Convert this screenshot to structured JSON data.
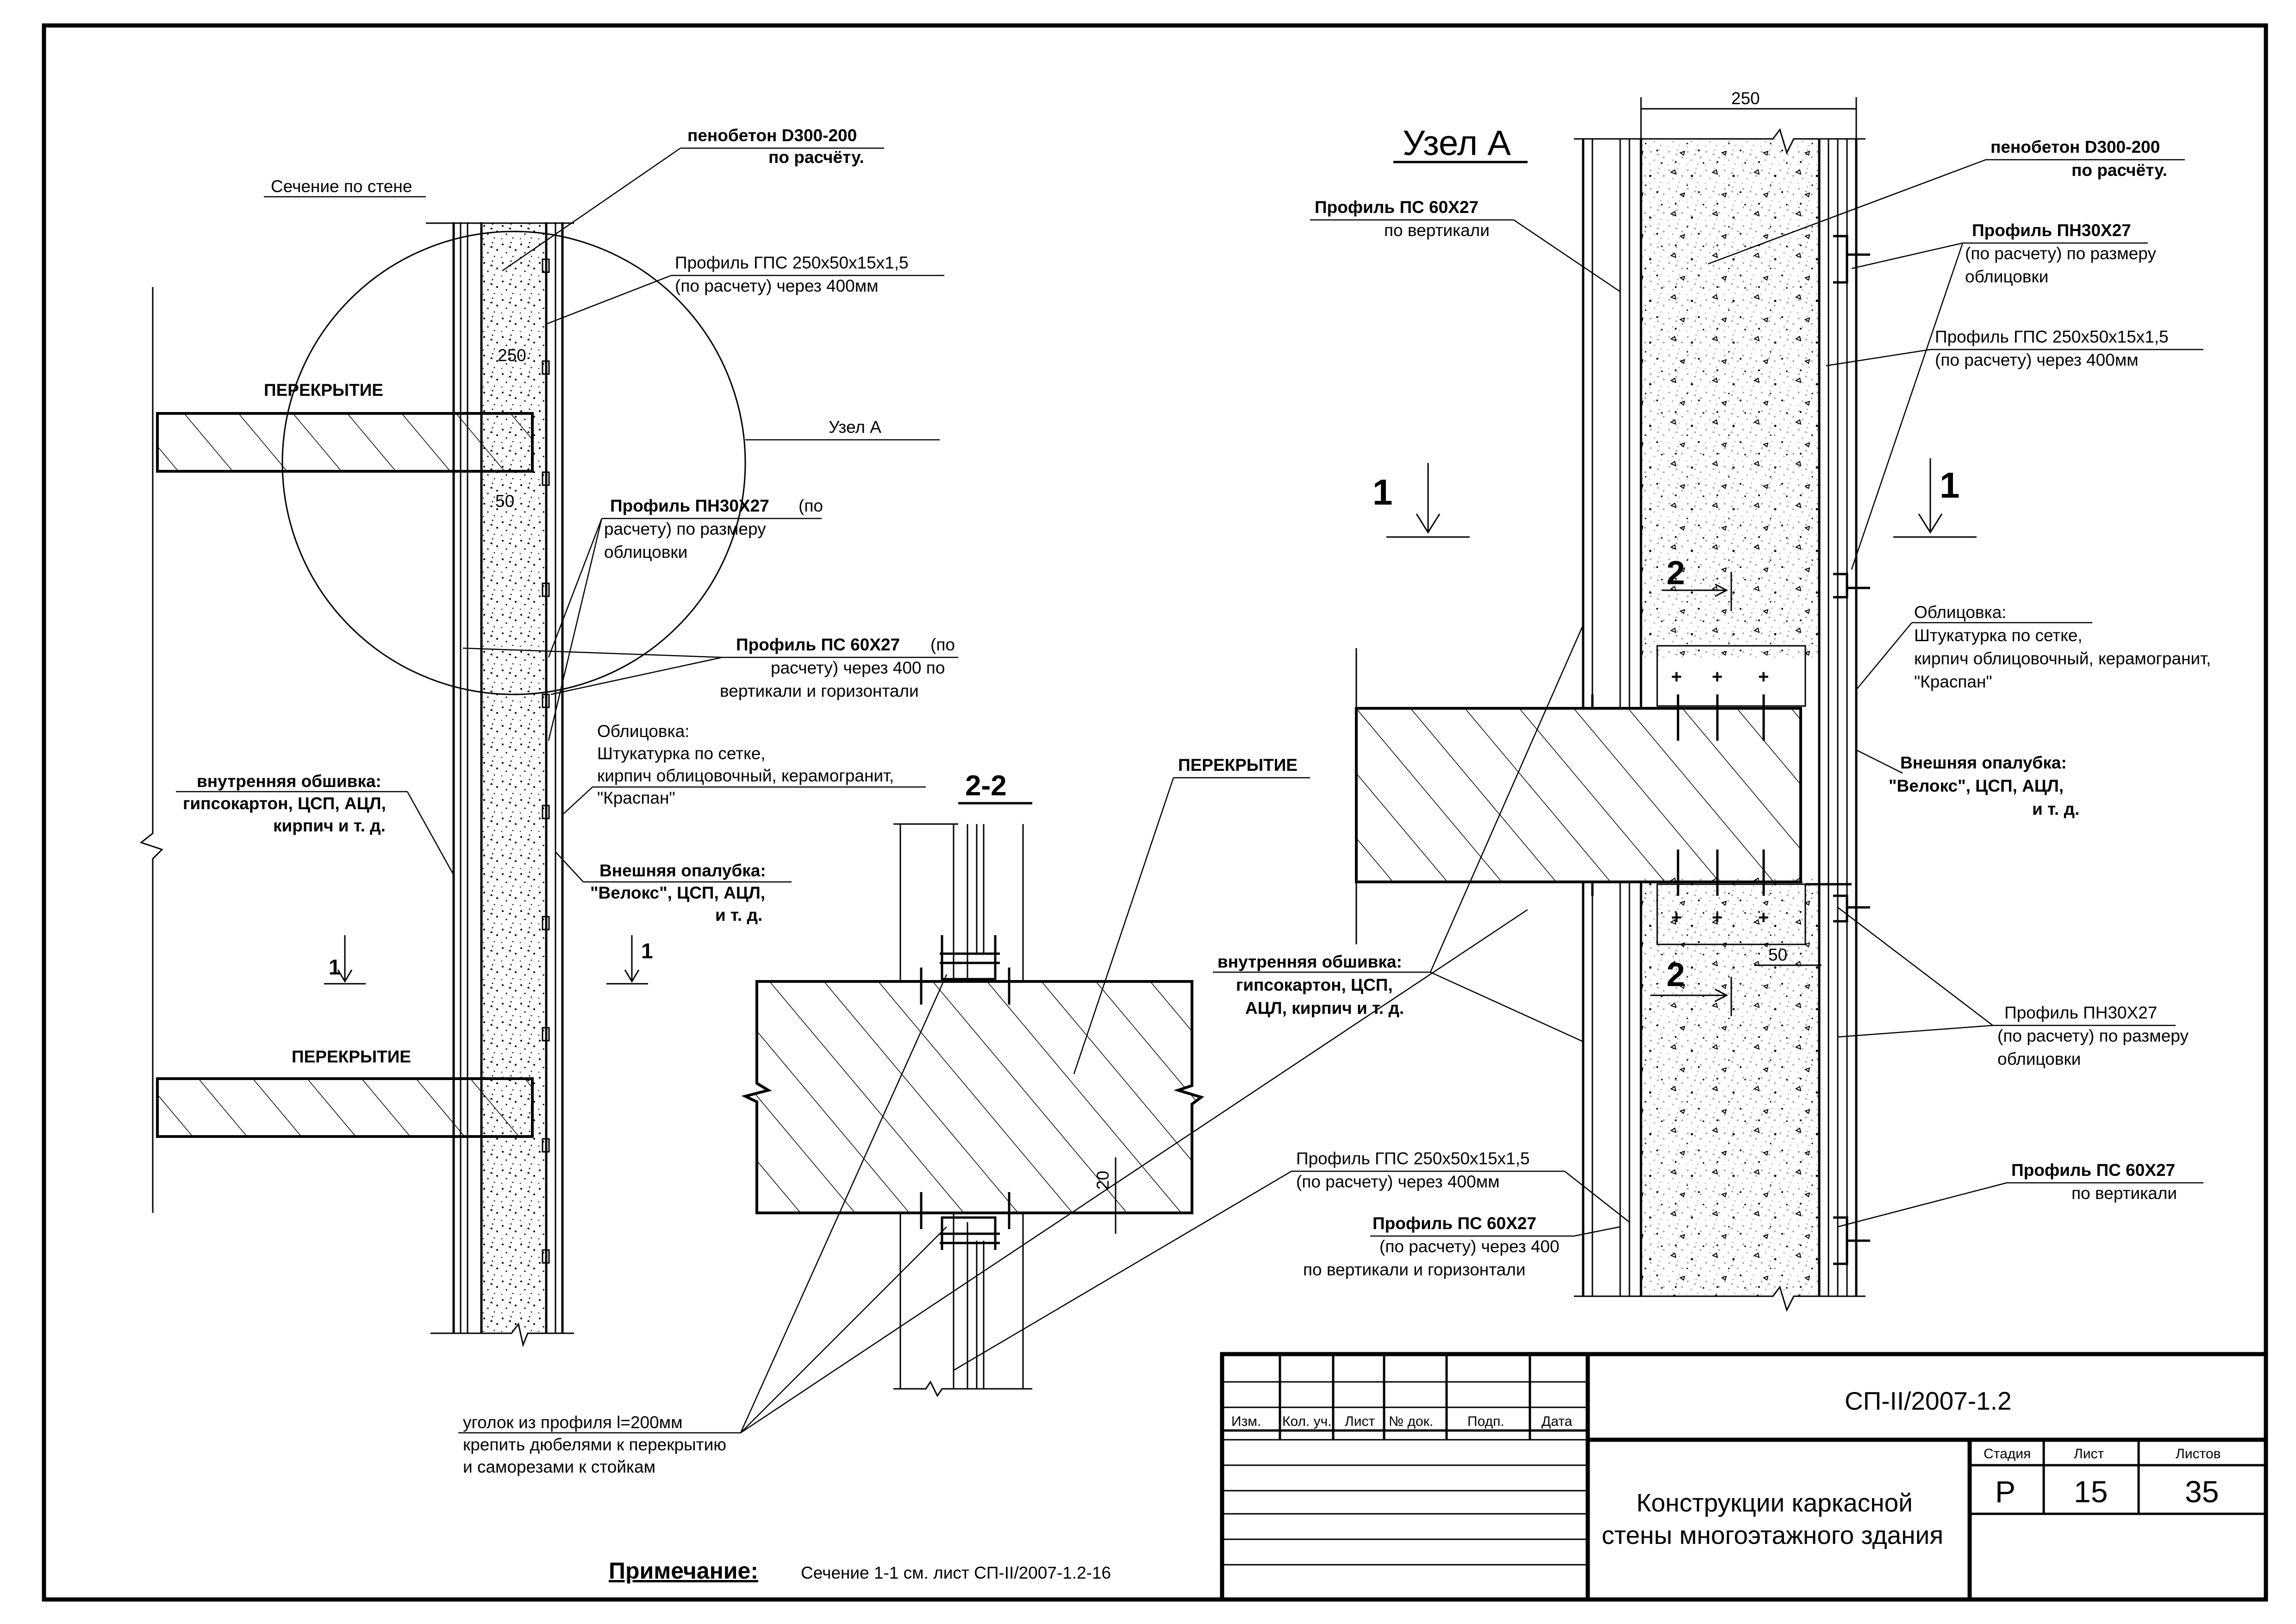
{
  "drawing": {
    "left_view": {
      "title": "Сечение по стене",
      "dim_250": "250",
      "dim_50": "50",
      "slab_label_top": "ПЕРЕКРЫТИЕ",
      "slab_label_bottom": "ПЕРЕКРЫТИЕ",
      "node_ref": "Узел  А",
      "cut_mark_left": "1",
      "cut_mark_right": "1",
      "foam_concrete": [
        "пенобетон D300-200",
        "по расчёту."
      ],
      "gps_profile": [
        "Профиль ГПС 250х50х15х1,5",
        "(по расчету) через 400мм"
      ],
      "pn_profile": [
        "Профиль ПН30Х27",
        "(по",
        "расчету) по размеру",
        "облицовки"
      ],
      "ps_profile": [
        "Профиль ПС 60Х27",
        "(по",
        "расчету) через 400 по",
        "вертикали и горизонтали"
      ],
      "cladding": [
        "Облицовка:",
        "Штукатурка по сетке,",
        "кирпич облицовочный, керамогранит,",
        "\"Краспан\""
      ],
      "inner_lining": [
        "внутренняя обшивка:",
        "гипсокартон, ЦСП, АЦЛ,",
        "кирпич и т. д."
      ],
      "outer_formwork": [
        "Внешняя опалубка:",
        "\"Велокс\", ЦСП, АЦЛ,",
        "и т. д."
      ]
    },
    "section_2_2": {
      "title": "2-2",
      "dim_20": "20",
      "angle_note": [
        "уголок из профиля  l=200мм",
        "крепить дюбелями к перекрытию",
        "и саморезами к стойкам"
      ]
    },
    "node_a": {
      "title": "Узел А",
      "dim_250": "250",
      "dim_50": "50",
      "cut_1_left": "1",
      "cut_1_right": "1",
      "cut_2_top": "2",
      "cut_2_bottom": "2",
      "slab_label": "ПЕРЕКРЫТИЕ",
      "foam_concrete": [
        "пенобетон D300-200",
        "по расчёту."
      ],
      "ps_vertical_top": [
        "Профиль ПС 60Х27",
        "по вертикали"
      ],
      "pn_top": [
        "Профиль ПН30Х27",
        "(по расчету) по размеру",
        "облицовки"
      ],
      "gps_top": [
        "Профиль ГПС 250х50х15х1,5",
        "(по расчету) через 400мм"
      ],
      "cladding": [
        "Облицовка:",
        "Штукатурка по сетке,",
        "кирпич облицовочный, керамогранит,",
        "\"Краспан\""
      ],
      "outer_formwork": [
        "Внешняя опалубка:",
        "\"Велокс\", ЦСП, АЦЛ,",
        "и т. д."
      ],
      "inner_lining": [
        "внутренняя обшивка:",
        "гипсокартон, ЦСП,",
        "АЦЛ, кирпич и т. д."
      ],
      "pn_bottom": [
        "Профиль ПН30Х27",
        "(по расчету) по размеру",
        "облицовки"
      ],
      "ps_vertical_bottom": [
        "Профиль ПС 60Х27",
        "по вертикали"
      ],
      "gps_bottom": [
        "Профиль ГПС 250х50х15х1,5",
        "(по расчету) через 400мм"
      ],
      "ps_bottom": [
        "Профиль ПС 60Х27",
        "(по расчету) через 400",
        "по вертикали и горизонтали"
      ]
    },
    "note": {
      "label": "Примечание:",
      "text": "Сечение 1-1 см. лист СП-II/2007-1.2-16"
    }
  },
  "title_block": {
    "code": "СП-II/2007-1.2",
    "columns": [
      "Изм.",
      "Кол. уч.",
      "Лист",
      "№ док.",
      "Подп.",
      "Дата"
    ],
    "title_lines": [
      "Конструкции каркасной",
      "стены многоэтажного здания"
    ],
    "stage_header": "Стадия",
    "sheet_header": "Лист",
    "sheets_header": "Листов",
    "stage": "Р",
    "sheet": "15",
    "sheets": "35"
  }
}
